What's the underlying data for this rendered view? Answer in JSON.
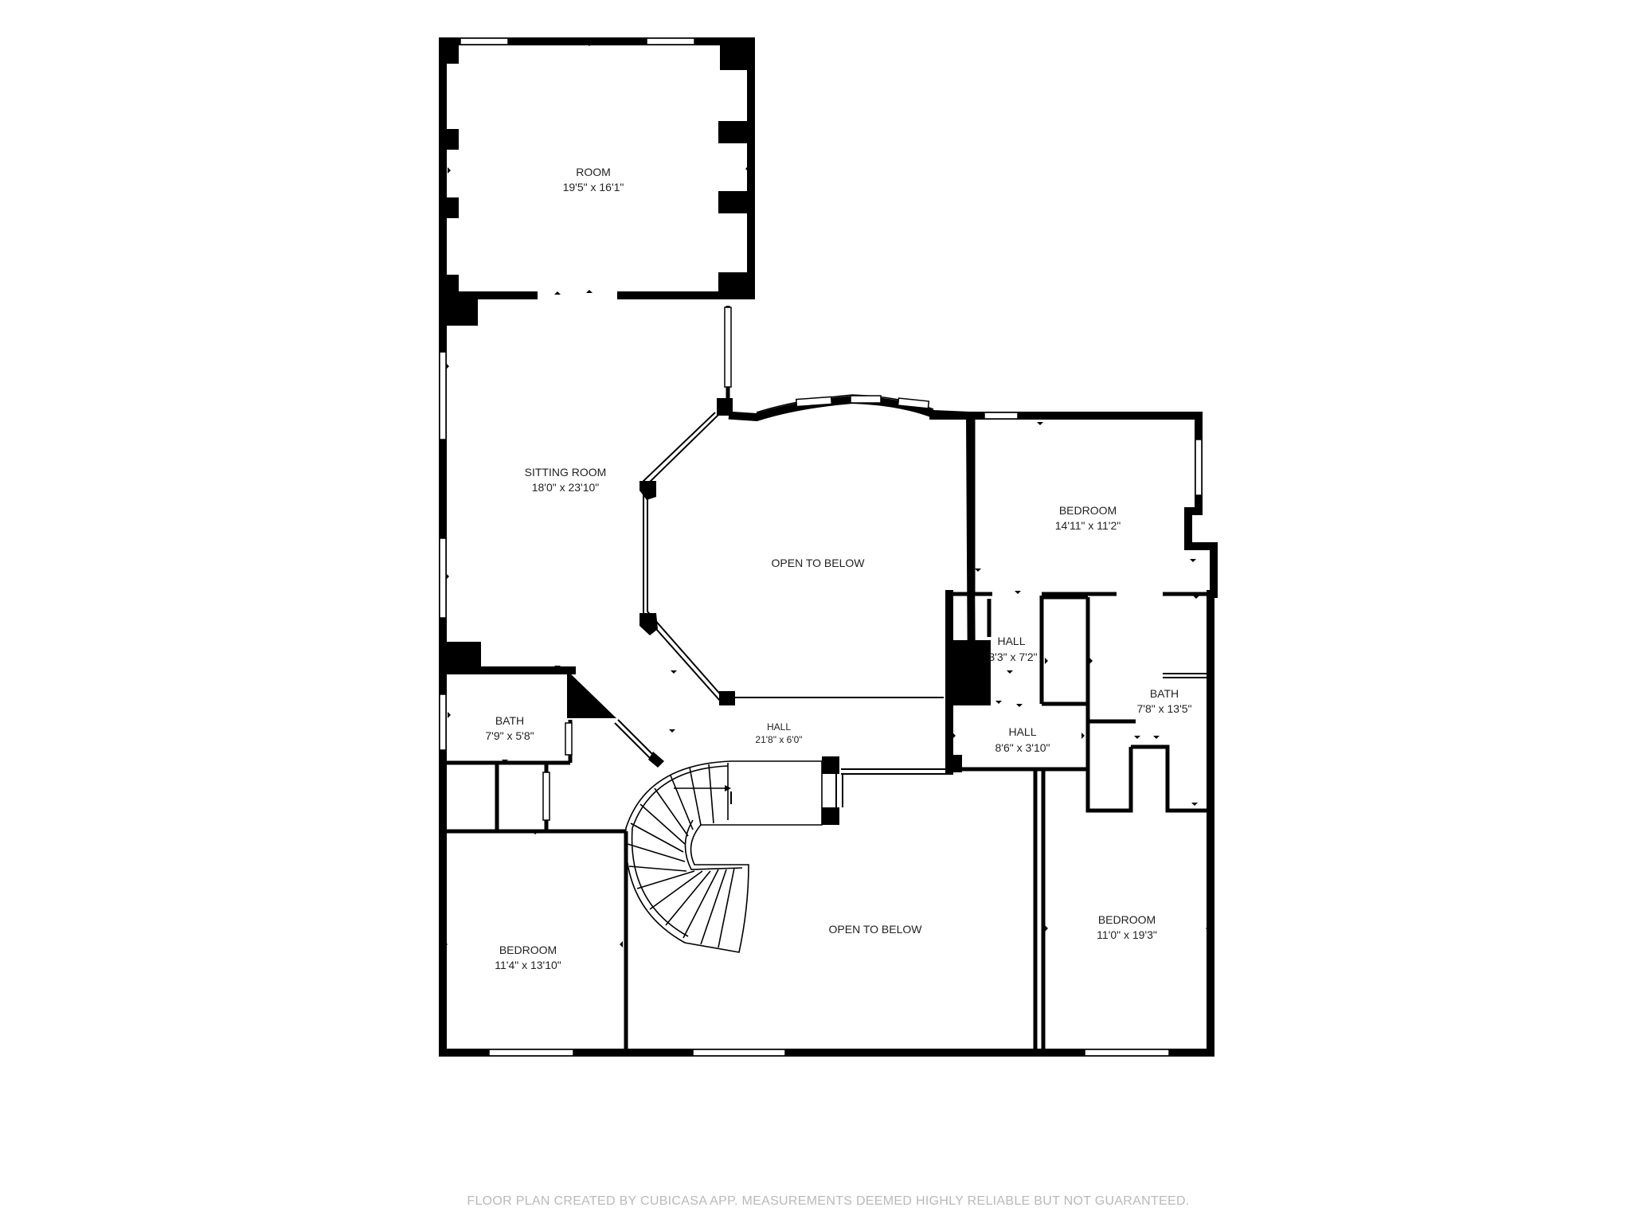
{
  "rooms": {
    "room": {
      "name": "ROOM",
      "dims": "19'5\" x 16'1\""
    },
    "sitting_room": {
      "name": "SITTING ROOM",
      "dims": "18'0\" x 23'10\""
    },
    "open_to_below_upper": {
      "name": "OPEN TO BELOW"
    },
    "bedroom_ne": {
      "name": "BEDROOM",
      "dims": "14'11\" x 11'2\""
    },
    "hall_small": {
      "name": "HALL",
      "dims": "3'3\" x 7'2\""
    },
    "bath_east": {
      "name": "BATH",
      "dims": "7'8\" x 13'5\""
    },
    "bath_west": {
      "name": "BATH",
      "dims": "7'9\" x 5'8\""
    },
    "hall_main": {
      "name": "HALL",
      "dims": "21'8\" x 6'0\""
    },
    "hall_east": {
      "name": "HALL",
      "dims": "8'6\" x 3'10\""
    },
    "bedroom_sw": {
      "name": "BEDROOM",
      "dims": "11'4\" x 13'10\""
    },
    "open_to_below_lower": {
      "name": "OPEN TO BELOW"
    },
    "bedroom_se": {
      "name": "BEDROOM",
      "dims": "11'0\" x 19'3\""
    }
  },
  "footer": "FLOOR PLAN CREATED BY CUBICASA APP. MEASUREMENTS DEEMED HIGHLY RELIABLE BUT NOT GUARANTEED.",
  "colors": {
    "wall": "#000000",
    "background": "#ffffff",
    "footer_text": "#b9b9b9"
  }
}
